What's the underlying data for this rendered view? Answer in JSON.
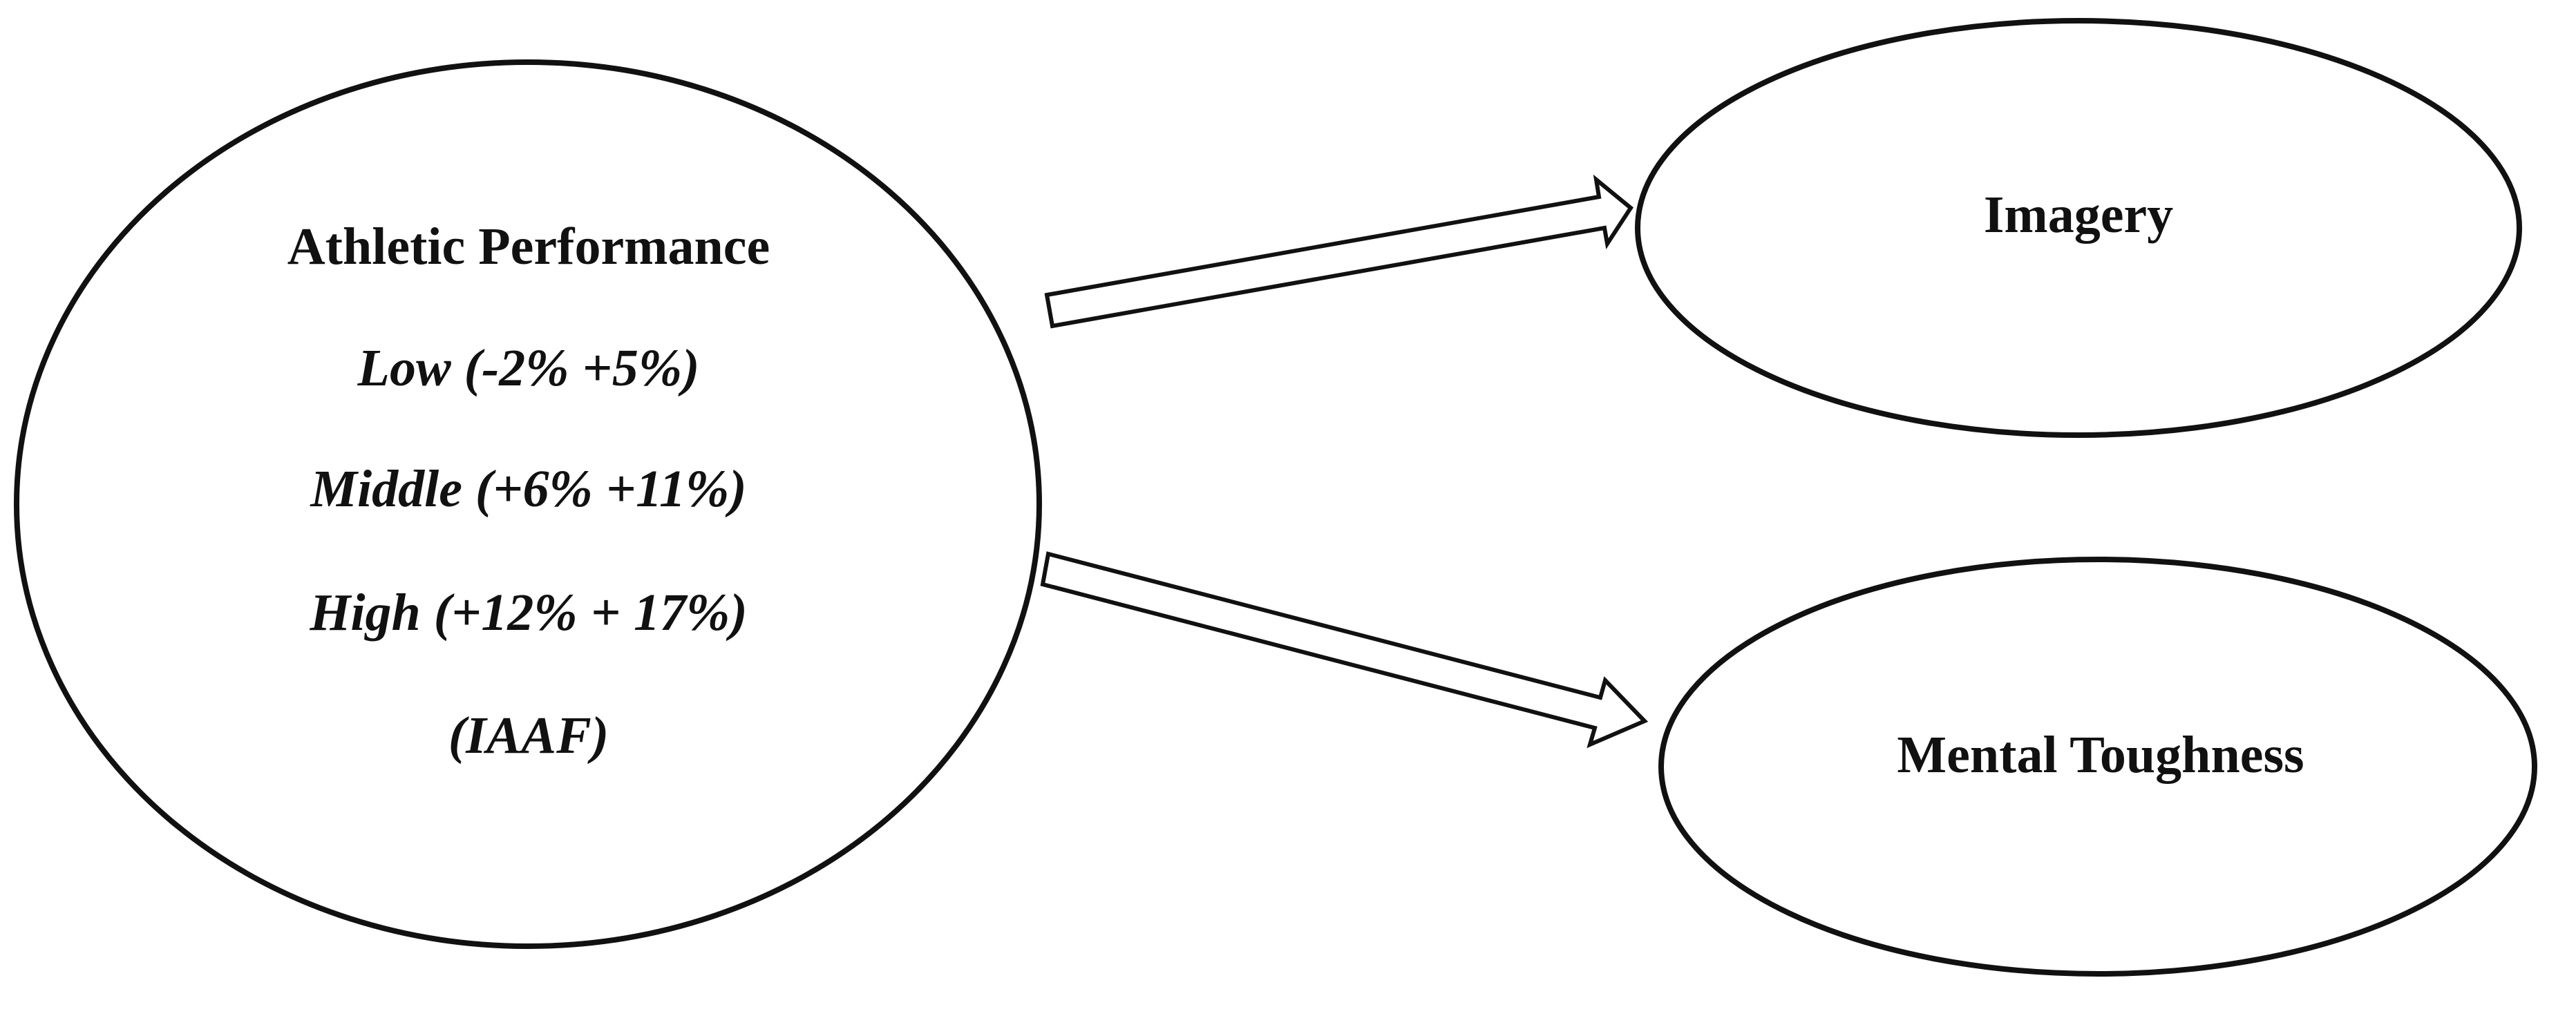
{
  "nodes": {
    "performance": {
      "title": "Athletic Performance",
      "levels": [
        "Low (-2% +5%)",
        "Middle (+6% +11%)",
        "High (+12% + 17%)",
        "(IAAF)"
      ]
    },
    "imagery": {
      "label": "Imagery"
    },
    "mental_toughness": {
      "label": "Mental Toughness"
    }
  },
  "edges": [
    {
      "from": "performance",
      "to": "imagery"
    },
    {
      "from": "performance",
      "to": "mental_toughness"
    }
  ],
  "colors": {
    "stroke": "#111111",
    "fill": "#ffffff",
    "text": "#111111"
  }
}
